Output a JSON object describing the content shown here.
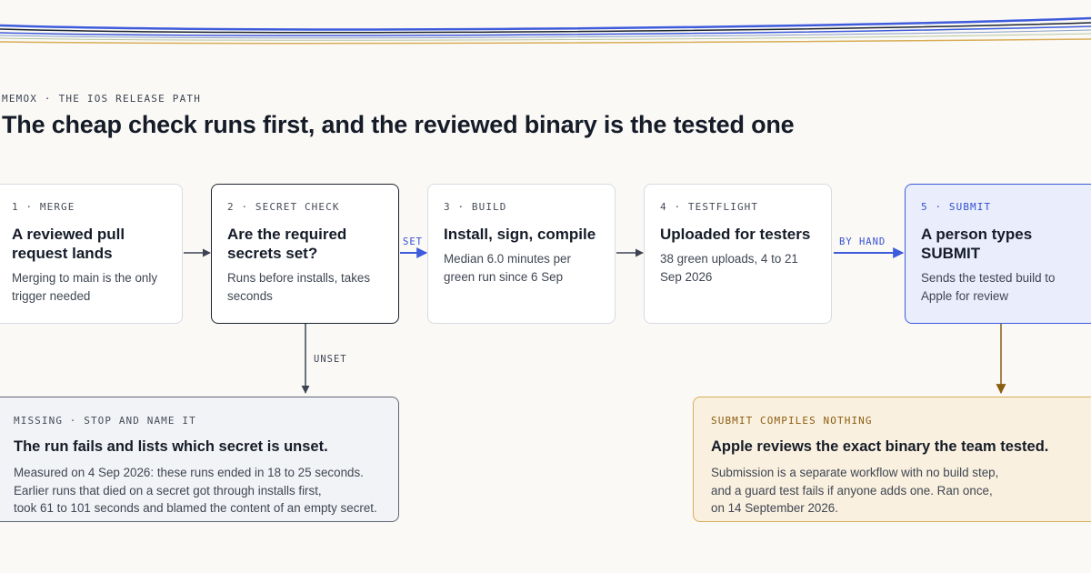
{
  "header": {
    "eyebrow": "MEMOX · THE IOS RELEASE PATH",
    "title": "The cheap check runs first, and the reviewed binary is the tested one"
  },
  "steps": [
    {
      "step": "1 · MERGE",
      "title": "A reviewed pull request lands",
      "body": "Merging to main is the only trigger needed"
    },
    {
      "step": "2 · SECRET CHECK",
      "title": "Are the required secrets set?",
      "body": "Runs before installs, takes seconds"
    },
    {
      "step": "3 · BUILD",
      "title": "Install, sign, compile",
      "body": "Median 6.0 minutes per green run since 6 Sep"
    },
    {
      "step": "4 · TESTFLIGHT",
      "title": "Uploaded for testers",
      "body": "38 green uploads, 4 to 21 Sep 2026"
    },
    {
      "step": "5 · SUBMIT",
      "title": "A person types SUBMIT",
      "body": "Sends the tested build to Apple for review"
    }
  ],
  "edges": {
    "set": "SET",
    "by_hand": "BY HAND",
    "unset": "UNSET"
  },
  "missing": {
    "step": "MISSING · STOP AND NAME IT",
    "title": "The run fails and lists which secret is unset.",
    "lines": [
      "Measured on 4 Sep 2026: these runs ended in 18 to 25 seconds.",
      "Earlier runs that died on a secret got through installs first,",
      "took 61 to 101 seconds and blamed the content of an empty secret."
    ]
  },
  "compiles": {
    "step": "SUBMIT COMPILES NOTHING",
    "title": "Apple reviews the exact binary the team tested.",
    "lines": [
      "Submission is a separate workflow with no build step,",
      "and a guard test fails if anyone adds one. Ran once,",
      "on 14 September 2026."
    ]
  },
  "colors": {
    "ink": "#1b2330",
    "accent_blue": "#3e5bdc",
    "accent_gold": "#8a5d10",
    "panel_gold_border": "#d8ad57"
  }
}
